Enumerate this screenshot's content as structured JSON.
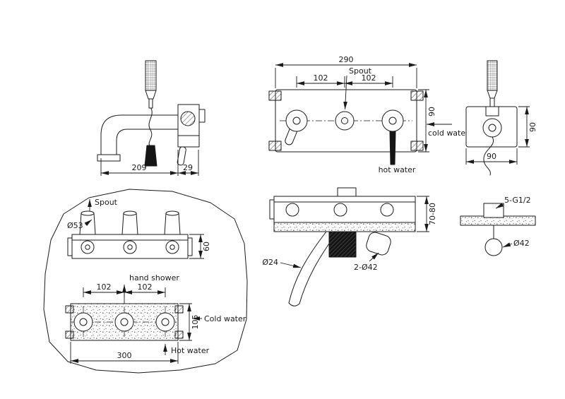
{
  "drawing": {
    "side_view": {
      "dim_reach": "209",
      "dim_body": "29"
    },
    "front_view": {
      "dim_width": "290",
      "spout": "Spout",
      "dim_left": "102",
      "dim_right": "102",
      "dim_height": "90",
      "cold": "cold water",
      "hot": "hot water"
    },
    "handshower_view": {
      "dim_height": "90",
      "dim_width": "90"
    },
    "rough_side_view": {
      "dim_depth": "70-80",
      "dim_spout_dia": "Ø24",
      "dim_holes": "2-Ø42"
    },
    "outlet_view": {
      "thread": "5-G1/2",
      "dim_dia": "Ø42"
    },
    "roughin_bubble": {
      "spout": "Spout",
      "dim_spout_dia": "Ø53",
      "dim_bar_height": "60",
      "handshower": "hand shower",
      "dim_left": "102",
      "dim_right": "102",
      "dim_box_height": "105",
      "cold": "Cold water",
      "hot": "Hot water",
      "dim_box_width": "300"
    },
    "colors": {
      "line": "#1a1a1a",
      "fill": "#ffffff",
      "solid": "#151515"
    }
  }
}
